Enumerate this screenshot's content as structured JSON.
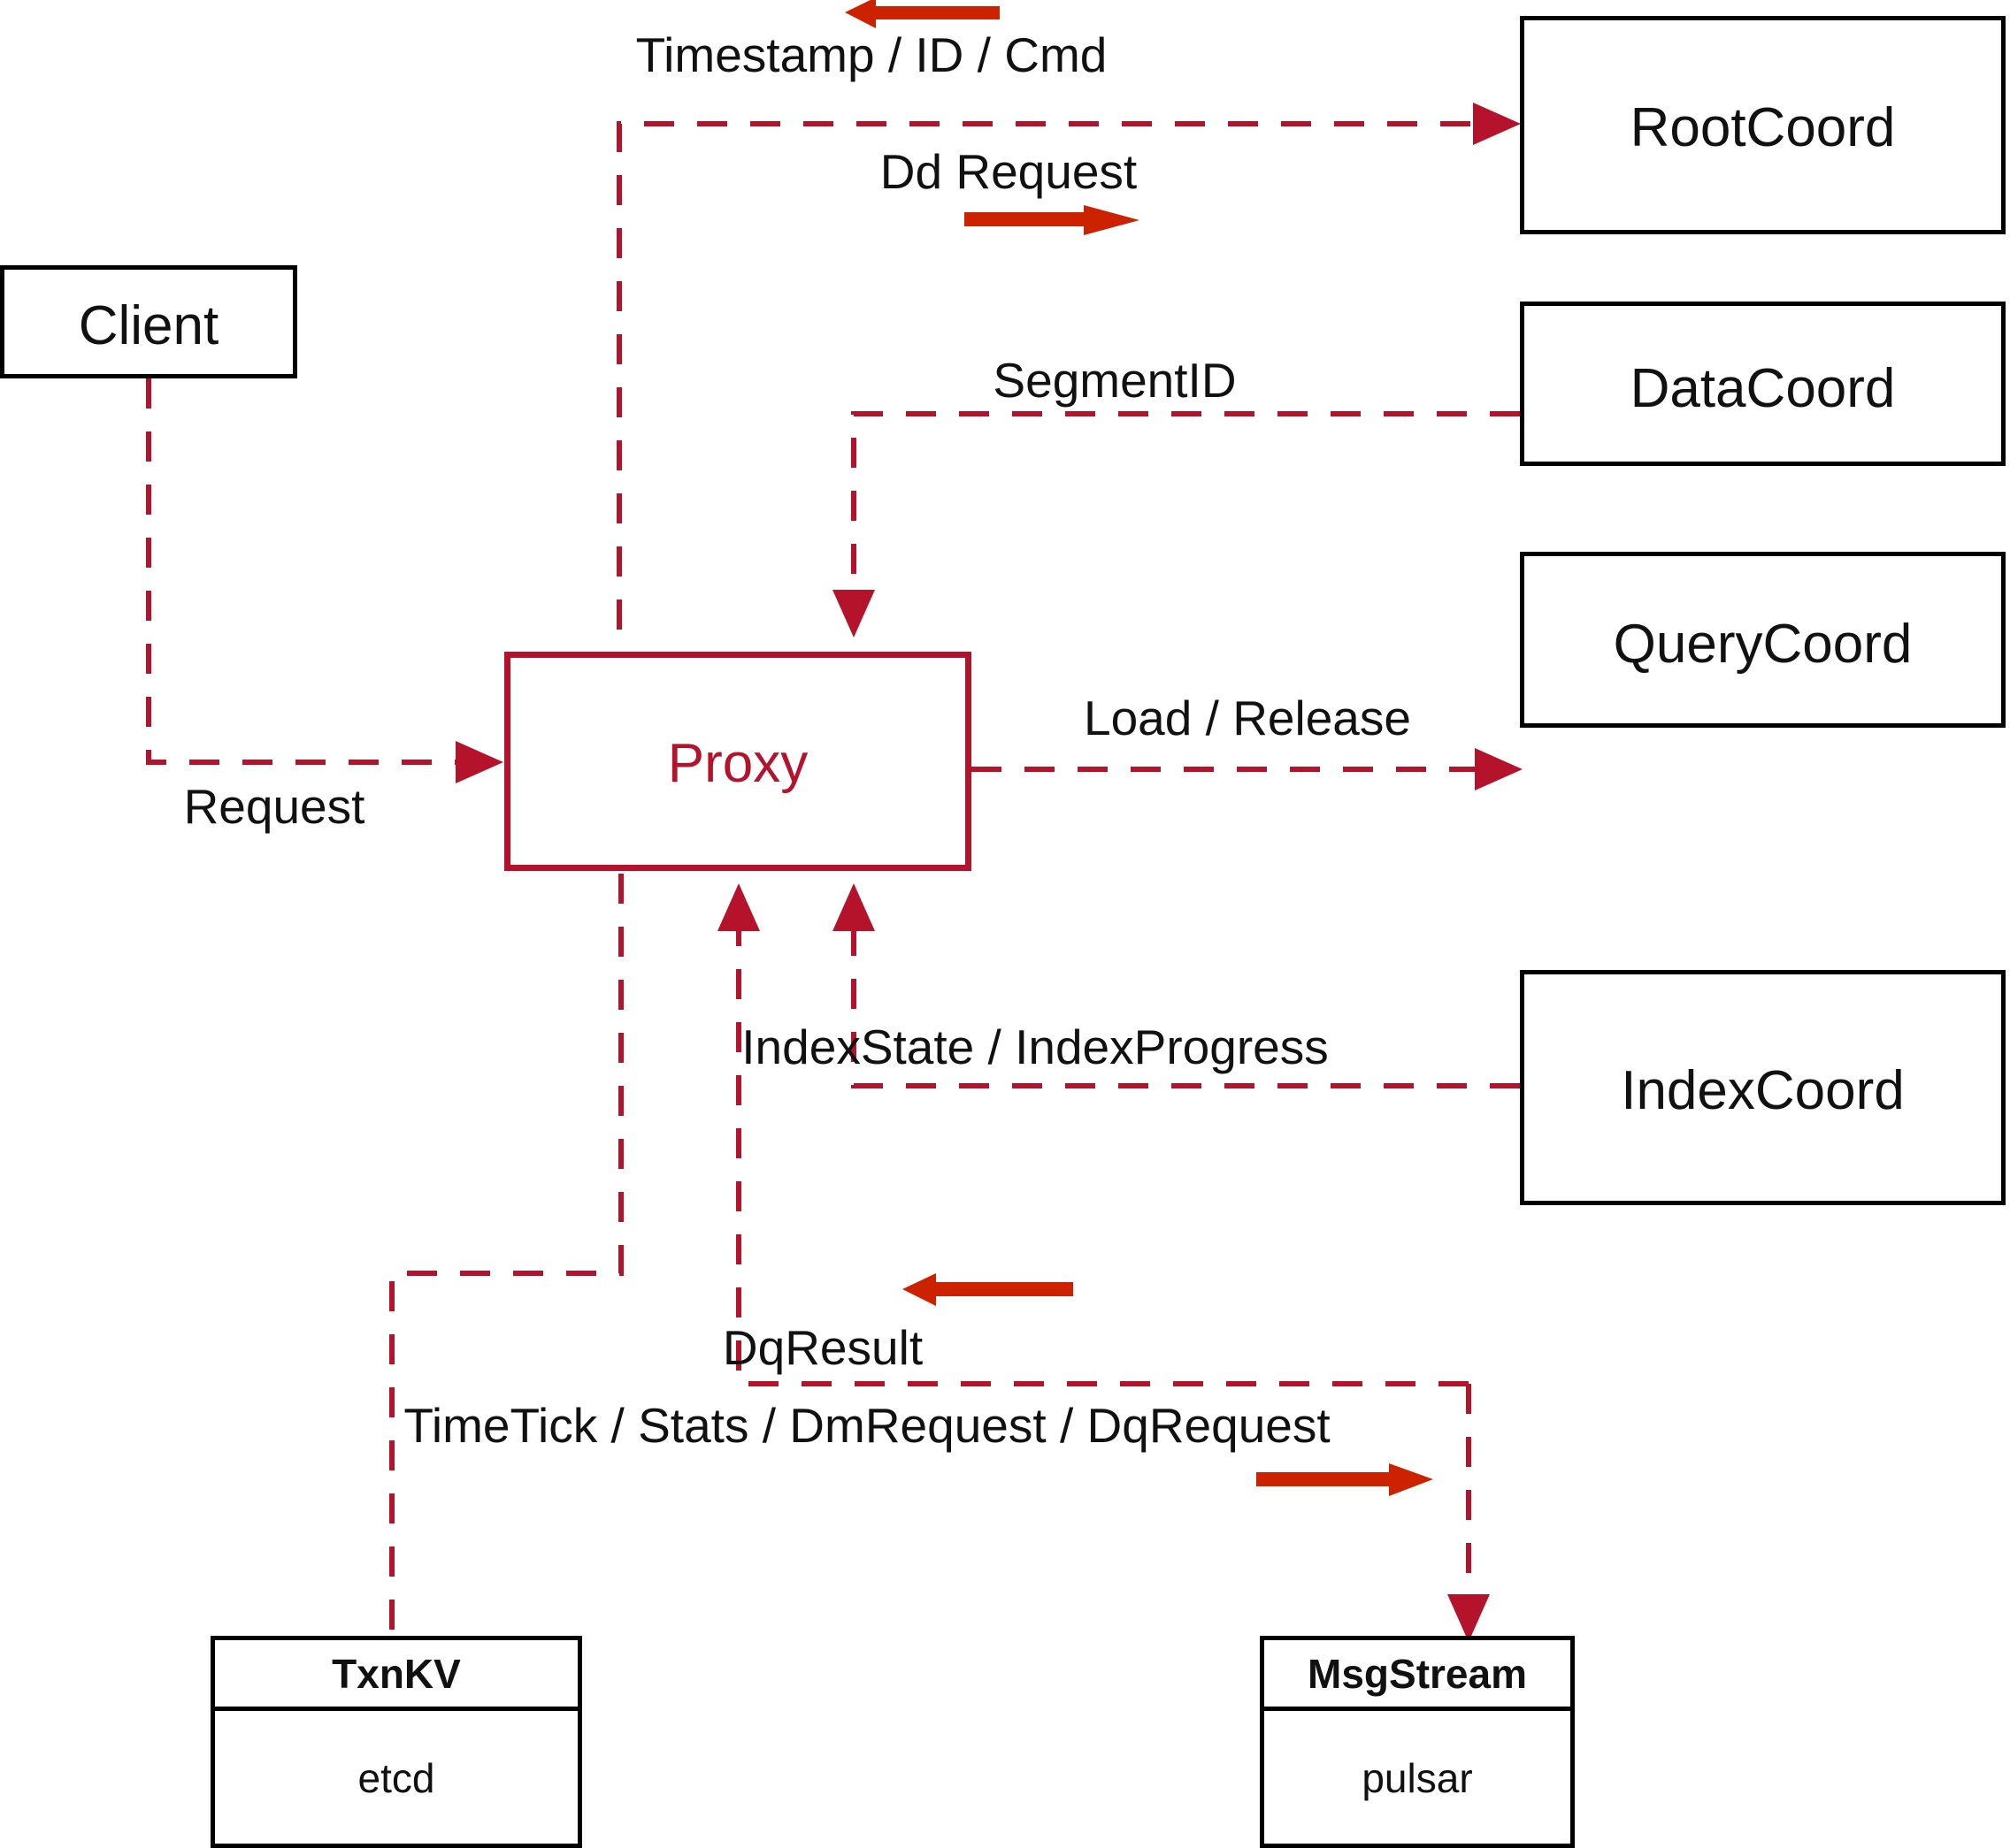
{
  "diagram": {
    "title": "Milvus Proxy interaction diagram",
    "colors": {
      "wire": "#b5122b",
      "bold_arrow": "#cc2200",
      "node_border": "#000000",
      "proxy_border": "#b5122b",
      "proxy_text": "#b5122b",
      "background": "#ffffff"
    },
    "nodes": [
      {
        "id": "client",
        "label": "Client",
        "style": "black"
      },
      {
        "id": "proxy",
        "label": "Proxy",
        "style": "red"
      },
      {
        "id": "rootcoord",
        "label": "RootCoord",
        "style": "black"
      },
      {
        "id": "datacoord",
        "label": "DataCoord",
        "style": "black"
      },
      {
        "id": "querycoord",
        "label": "QueryCoord",
        "style": "black"
      },
      {
        "id": "indexcoord",
        "label": "IndexCoord",
        "style": "black"
      }
    ],
    "stacked_nodes": [
      {
        "id": "txnkv",
        "header": "TxnKV",
        "body": "etcd"
      },
      {
        "id": "msgstream",
        "header": "MsgStream",
        "body": "pulsar"
      }
    ],
    "edge_labels": [
      {
        "id": "timestamp-id-cmd",
        "text": "Timestamp / ID / Cmd"
      },
      {
        "id": "dd-request",
        "text": "Dd Request"
      },
      {
        "id": "segment-id",
        "text": "SegmentID"
      },
      {
        "id": "request",
        "text": "Request"
      },
      {
        "id": "load-release",
        "text": "Load / Release"
      },
      {
        "id": "index-state",
        "text": "IndexState / IndexProgress"
      },
      {
        "id": "dq-result",
        "text": "DqResult"
      },
      {
        "id": "timetick-stats",
        "text": "TimeTick / Stats / DmRequest / DqRequest"
      }
    ],
    "direction_arrows": [
      {
        "id": "timestamp-arrow",
        "direction": "left",
        "pairs_with": "timestamp-id-cmd"
      },
      {
        "id": "dd-request-arrow",
        "direction": "right",
        "pairs_with": "dd-request"
      },
      {
        "id": "dq-result-arrow",
        "direction": "left",
        "pairs_with": "dq-result"
      },
      {
        "id": "timetick-arrow",
        "direction": "right",
        "pairs_with": "timetick-stats"
      }
    ]
  }
}
